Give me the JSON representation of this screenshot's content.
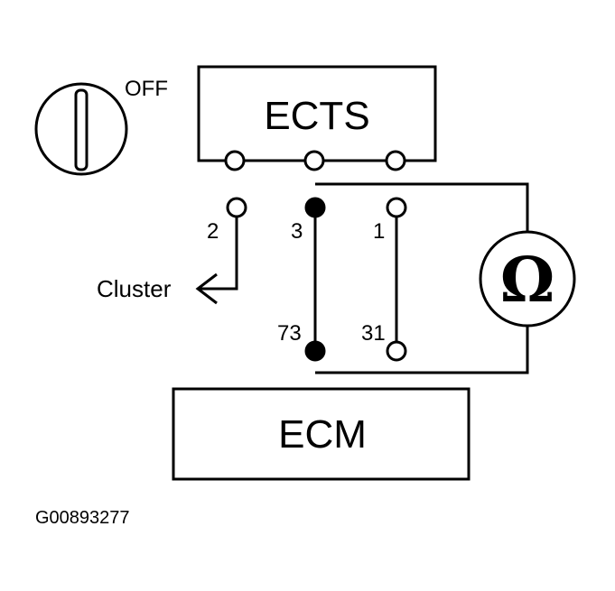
{
  "diagram": {
    "ignition_switch": {
      "state_label": "OFF"
    },
    "sensor": {
      "name": "ECTS"
    },
    "module": {
      "name": "ECM"
    },
    "connector_pins": {
      "sensor_side": [
        "2",
        "3",
        "1"
      ],
      "module_side": [
        "73",
        "31"
      ]
    },
    "cluster_label": "Cluster",
    "meter_symbol": "Ω",
    "figure_code": "G00893277"
  }
}
